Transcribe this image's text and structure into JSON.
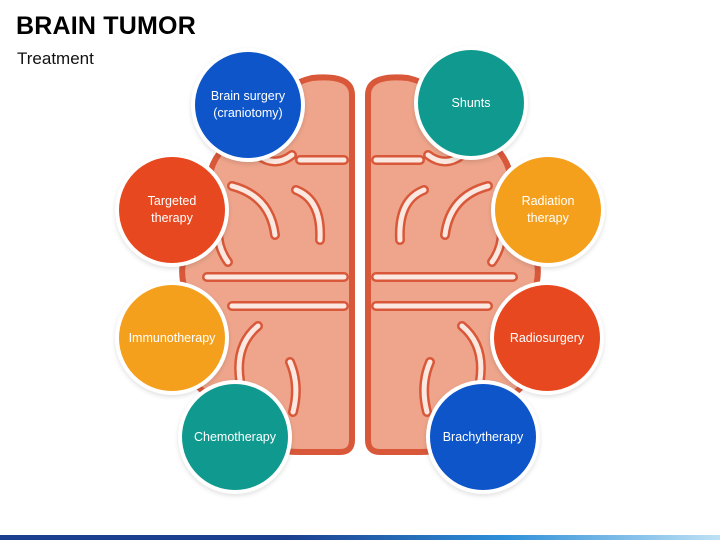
{
  "header": {
    "title": "BRAIN TUMOR",
    "subtitle": "Treatment"
  },
  "colors": {
    "brain_fill": "#eea58b",
    "brain_outline": "#d9583a",
    "blue": "#0d55c9",
    "red": "#e8481f",
    "orange": "#f4a01c",
    "teal": "#109a8f"
  },
  "treatments": [
    {
      "label": "Brain surgery (craniotomy)",
      "color": "#0d55c9",
      "side": "left"
    },
    {
      "label": "Targeted therapy",
      "color": "#e8481f",
      "side": "left"
    },
    {
      "label": "Immunotherapy",
      "color": "#f4a01c",
      "side": "left"
    },
    {
      "label": "Chemotherapy",
      "color": "#109a8f",
      "side": "left"
    },
    {
      "label": "Shunts",
      "color": "#109a8f",
      "side": "right"
    },
    {
      "label": "Radiation therapy",
      "color": "#f4a01c",
      "side": "right"
    },
    {
      "label": "Radiosurgery",
      "color": "#e8481f",
      "side": "right"
    },
    {
      "label": "Brachytherapy",
      "color": "#0d55c9",
      "side": "right"
    }
  ]
}
